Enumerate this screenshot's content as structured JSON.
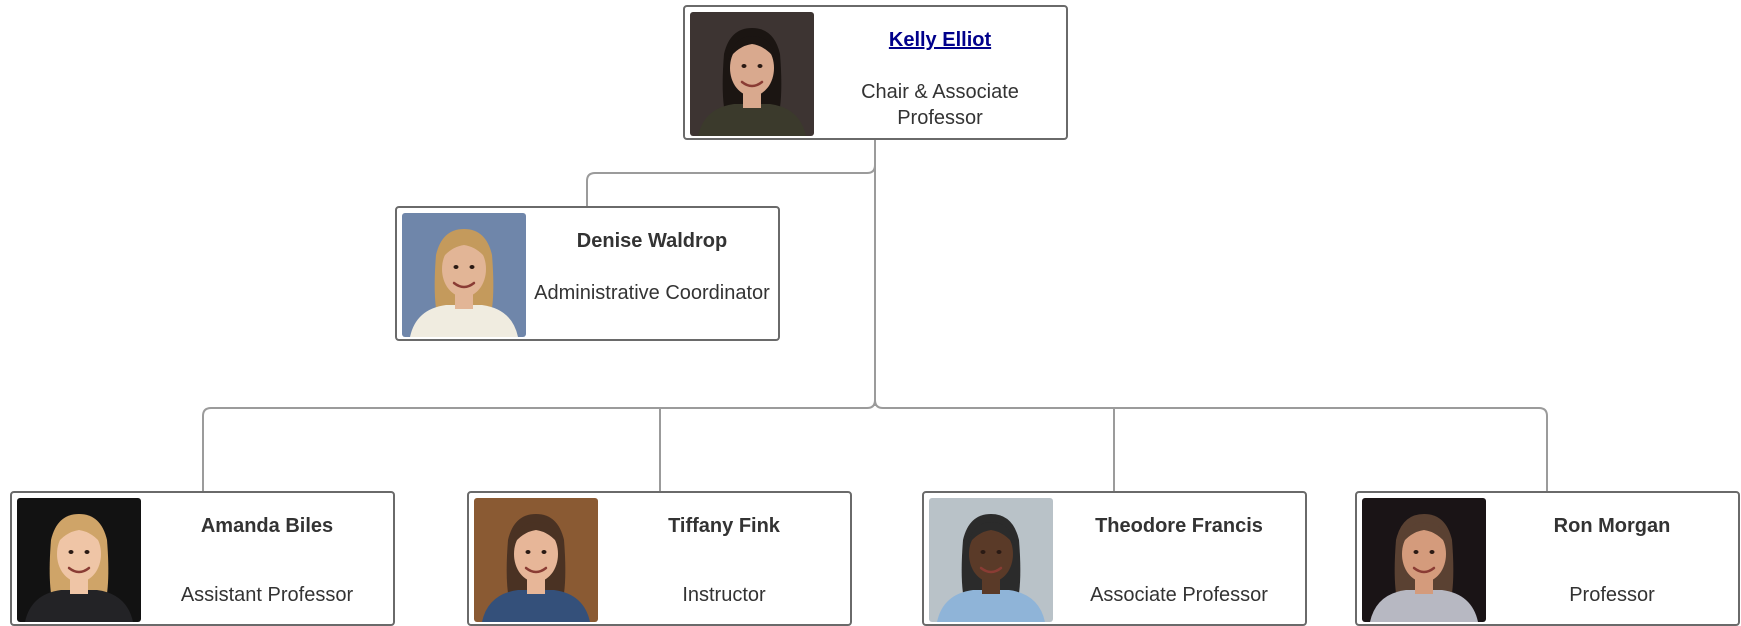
{
  "people": [
    {
      "name": "Kelly Elliot",
      "title": "Chair & Associate Professor",
      "photo": "headshot-kelly-elliot",
      "bg": "#3d3432",
      "skin": "#d9a98e",
      "hair": "#1b1512",
      "shirt": "#3b3a2c"
    },
    {
      "name": "Denise Waldrop",
      "title": "Administrative Coordinator",
      "photo": "headshot-denise-waldrop",
      "bg": "#6f86aa",
      "skin": "#e2b596",
      "hair": "#c49a5c",
      "shirt": "#f0ece0"
    },
    {
      "name": "Amanda Biles",
      "title": "Assistant Professor",
      "photo": "headshot-amanda-biles",
      "bg": "#121212",
      "skin": "#efc5a6",
      "hair": "#cfa468",
      "shirt": "#232326"
    },
    {
      "name": "Tiffany Fink",
      "title": "Instructor",
      "photo": "headshot-tiffany-fink",
      "bg": "#8a5a33",
      "skin": "#e7b698",
      "hair": "#4a3223",
      "shirt": "#34507a"
    },
    {
      "name": "Theodore Francis",
      "title": "Associate Professor",
      "photo": "headshot-theodore-francis",
      "bg": "#b9c2c8",
      "skin": "#5a3a28",
      "hair": "#2b2b2b",
      "shirt": "#8fb4d8"
    },
    {
      "name": "Ron Morgan",
      "title": "Professor",
      "photo": "headshot-ron-morgan",
      "bg": "#1a1416",
      "skin": "#d49b7c",
      "hair": "#5a4132",
      "shirt": "#b7b8c2"
    }
  ],
  "colors": {
    "connector": "#9b9b9b",
    "border": "#6a6a6a",
    "link": "#00008b",
    "text": "#333333"
  }
}
